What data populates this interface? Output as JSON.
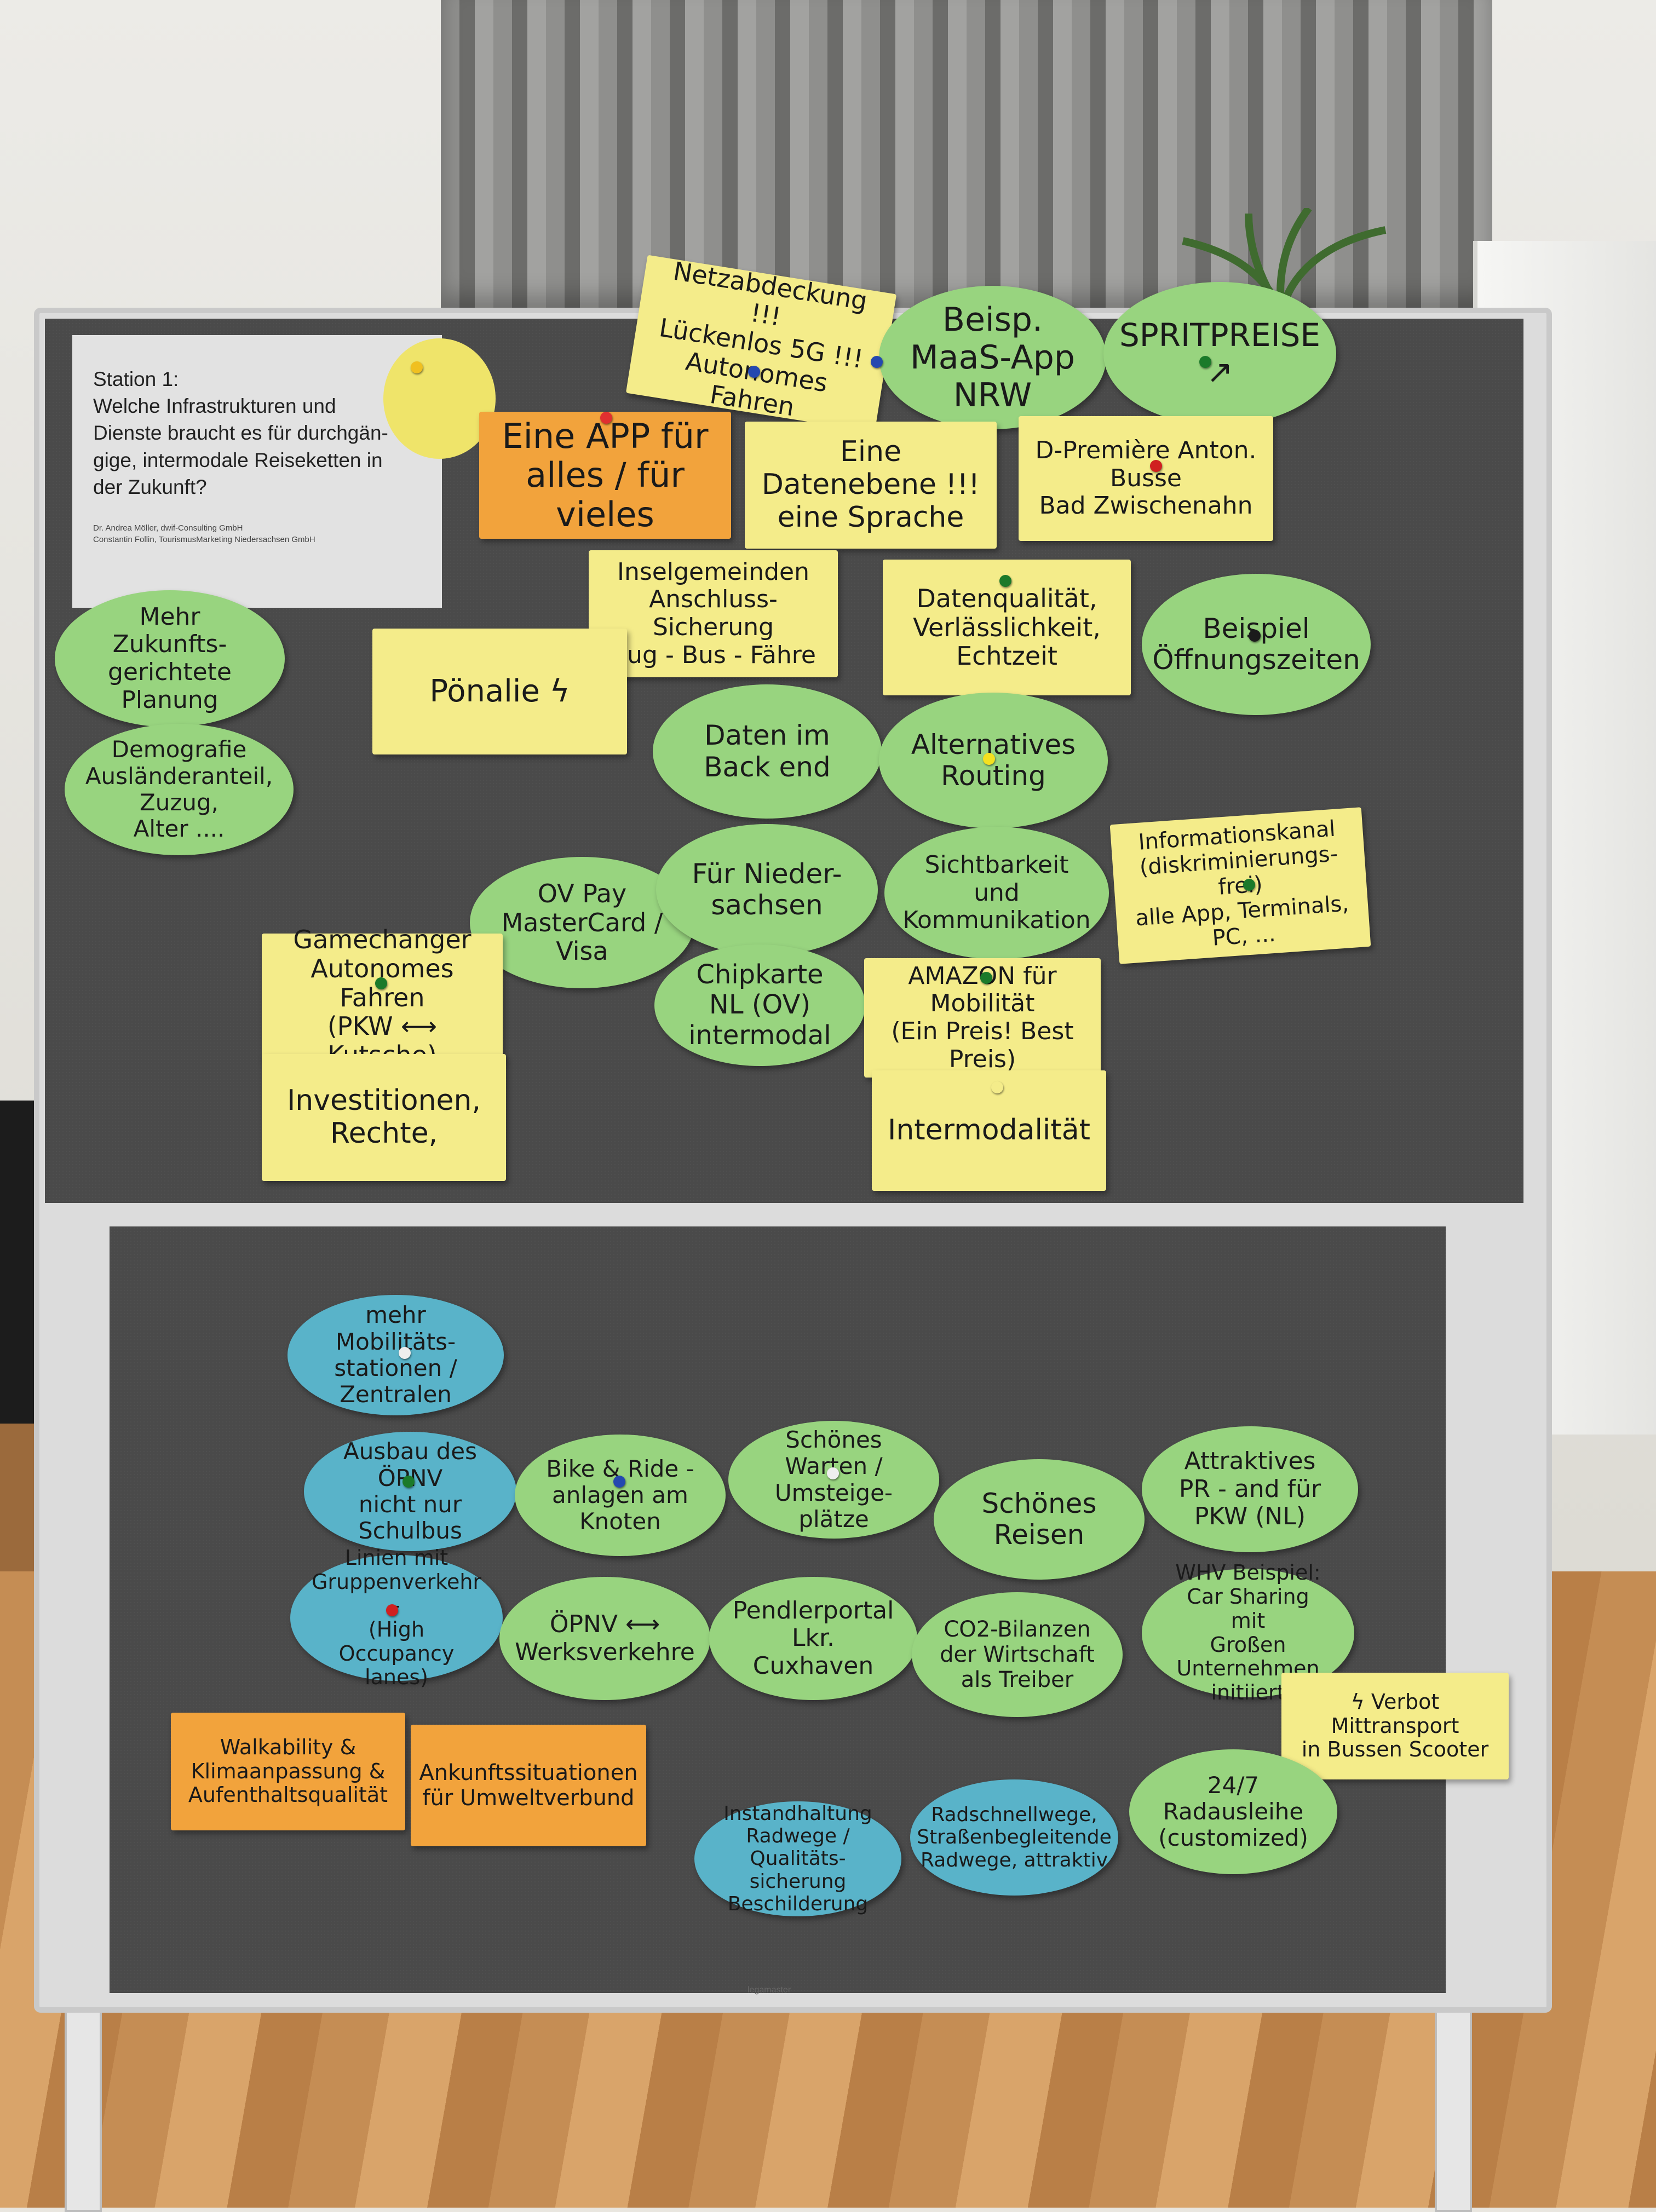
{
  "header": {
    "title": "Station 1:\nWelche Infrastrukturen und\nDienste braucht es für durchgän-\ngige, intermodale Reiseketten in\nder Zukunft?",
    "credits": "Dr. Andrea Möller, dwif-Consulting GmbH\nConstantin Follin, TourismusMarketing Niedersachsen GmbH"
  },
  "board_brand": "legamaster",
  "upper_notes": [
    {
      "id": "netzabdeckung",
      "text": "Netzabdeckung !!!\nLückenlos 5G !!! Autonomes Fahren"
    },
    {
      "id": "maas-app",
      "text": "Beisp.\nMaaS-App\nNRW"
    },
    {
      "id": "spritpreise",
      "text": "SPRITPREISE ↗"
    },
    {
      "id": "eine-app",
      "text": "Eine APP für\nalles / für vieles"
    },
    {
      "id": "datenebene",
      "text": "Eine Datenebene !!!\neine Sprache"
    },
    {
      "id": "d-premiere",
      "text": "D-Première Anton. Busse\nBad Zwischenahn"
    },
    {
      "id": "mehr-zukunft",
      "text": "Mehr Zukunfts-\ngerichtete\nPlanung"
    },
    {
      "id": "inselgemeinden",
      "text": "Inselgemeinden\nAnschluss-Sicherung\nZug - Bus - Fähre"
    },
    {
      "id": "datenqualitaet",
      "text": "Datenqualität,\nVerlässlichkeit,\nEchtzeit"
    },
    {
      "id": "beispiel-oeffnung",
      "text": "Beispiel\nÖffnungszeiten"
    },
    {
      "id": "poenalie",
      "text": "Pönalie ϟ"
    },
    {
      "id": "demografie",
      "text": "Demografie\nAusländeranteil, Zuzug,\nAlter ...."
    },
    {
      "id": "daten-backend",
      "text": "Daten im\nBack end"
    },
    {
      "id": "alternatives-routing",
      "text": "Alternatives\nRouting"
    },
    {
      "id": "ov-pay",
      "text": "OV Pay\nMasterCard / Visa"
    },
    {
      "id": "fuer-niedersachsen",
      "text": "Für Nieder-\nsachsen"
    },
    {
      "id": "sichtbarkeit",
      "text": "Sichtbarkeit\nund Kommunikation"
    },
    {
      "id": "informationskanal",
      "text": "Informationskanal\n(diskriminierungs-frei)\nalle App, Terminals, PC, ..."
    },
    {
      "id": "chipkarte",
      "text": "Chipkarte\nNL (OV)\nintermodal"
    },
    {
      "id": "gamechanger",
      "text": "Gamechanger\nAutonomes Fahren\n(PKW ⟷ Kutsche)"
    },
    {
      "id": "amazon",
      "text": "AMAZON für Mobilität\n(Ein Preis! Best Preis)"
    },
    {
      "id": "investitionen",
      "text": "Investitionen,\nRechte,"
    },
    {
      "id": "intermodalitaet",
      "text": "Intermodalität"
    }
  ],
  "lower_notes": [
    {
      "id": "mobilitaetsstationen",
      "text": "mehr Mobilitäts-\nstationen / Zentralen"
    },
    {
      "id": "ausbau-oepnv",
      "text": "Ausbau des ÖPNV\nnicht nur Schulbus"
    },
    {
      "id": "bike-ride",
      "text": "Bike & Ride -\nanlagen am\nKnoten"
    },
    {
      "id": "schoenes-warten",
      "text": "Schönes\nWarten / Umsteige-\nplätze"
    },
    {
      "id": "schoenes-reisen",
      "text": "Schönes\nReisen"
    },
    {
      "id": "attraktives-pr",
      "text": "Attraktives\nPR - and für\nPKW (NL)"
    },
    {
      "id": "linien-gruppen",
      "text": "Linien mit\nGruppenverkehr -\n(High Occupancy\nlanes)"
    },
    {
      "id": "oepnv-werks",
      "text": "ÖPNV ⟷\nWerksverkehre"
    },
    {
      "id": "pendlerportal",
      "text": "Pendlerportal\nLkr. Cuxhaven"
    },
    {
      "id": "co2-bilanzen",
      "text": "CO2-Bilanzen\nder Wirtschaft\nals Treiber"
    },
    {
      "id": "whv-beispiel",
      "text": "WHV Beispiel:\nCar Sharing mit\nGroßen Unternehmen\ninitiiert"
    },
    {
      "id": "verbot-mittransport",
      "text": "ϟ Verbot Mittransport\nin Bussen Scooter"
    },
    {
      "id": "walkability",
      "text": "Walkability &\nKlimaanpassung &\nAufenthaltsqualität"
    },
    {
      "id": "ankunftssituationen",
      "text": "Ankunftssituationen\nfür Umweltverbund"
    },
    {
      "id": "instandhaltung",
      "text": "Instandhaltung\nRadwege / Qualitäts-\nsicherung Beschilderung"
    },
    {
      "id": "radschnellwege",
      "text": "Radschnellwege,\nStraßenbegleitende\nRadwege, attraktiv"
    },
    {
      "id": "radausleihe",
      "text": "24/7\nRadausleihe\n(customized)"
    }
  ]
}
